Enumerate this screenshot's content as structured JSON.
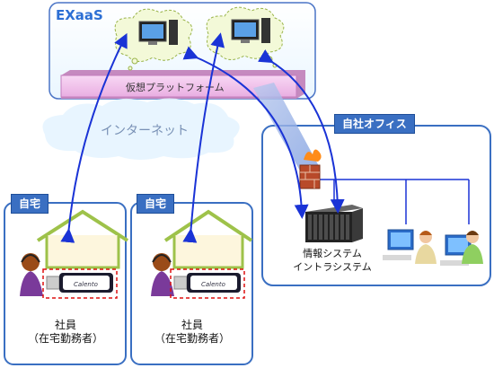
{
  "exaas": {
    "logo": "EXaaS",
    "platform_label": "仮想プラットフォーム"
  },
  "internet_label": "インターネット",
  "office": {
    "title": "自社オフィス",
    "system_label_line1": "情報システム",
    "system_label_line2": "イントラシステム"
  },
  "homes": [
    {
      "title": "自宅",
      "caption_line1": "社員",
      "caption_line2": "（在宅勤務者）"
    },
    {
      "title": "自宅",
      "caption_line1": "社員",
      "caption_line2": "（在宅勤務者）"
    }
  ],
  "usb_brand": "Calento",
  "colors": {
    "arrow": "#1a33d6",
    "box_border": "#3a6fc2",
    "label_bg": "#3a6fc2",
    "cloud": "#dff0ff",
    "platform": "#f4c8ee"
  }
}
